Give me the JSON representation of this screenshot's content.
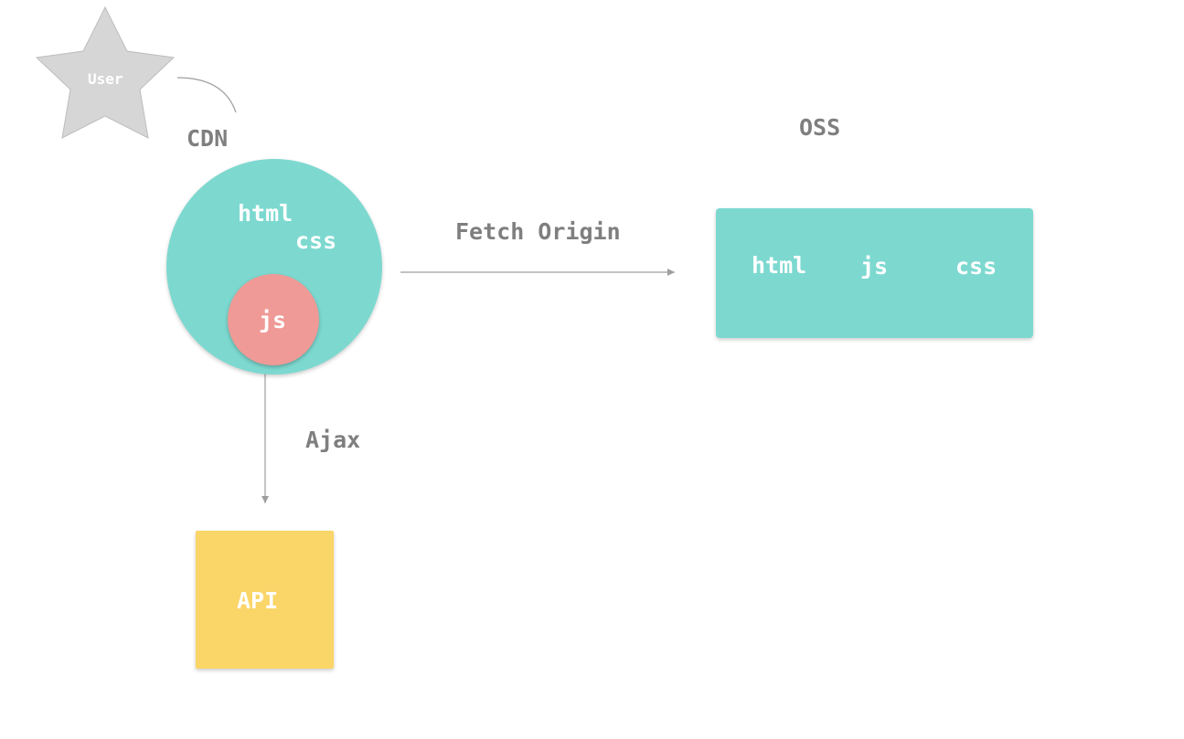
{
  "user": {
    "label": "User"
  },
  "cdn": {
    "title": "CDN",
    "items": {
      "html": "html",
      "css": "css",
      "js": "js"
    }
  },
  "oss": {
    "title": "OSS",
    "items": {
      "html": "html",
      "js": "js",
      "css": "css"
    }
  },
  "edges": {
    "fetch_origin": "Fetch Origin",
    "ajax": "Ajax"
  },
  "api": {
    "label": "API"
  },
  "colors": {
    "teal": "#7dd9d0",
    "salmon": "#ef9a96",
    "yellow": "#fad567",
    "gray_star": "#d6d6d6",
    "text_gray": "#7f7f7f",
    "line_gray": "#9e9e9e"
  }
}
